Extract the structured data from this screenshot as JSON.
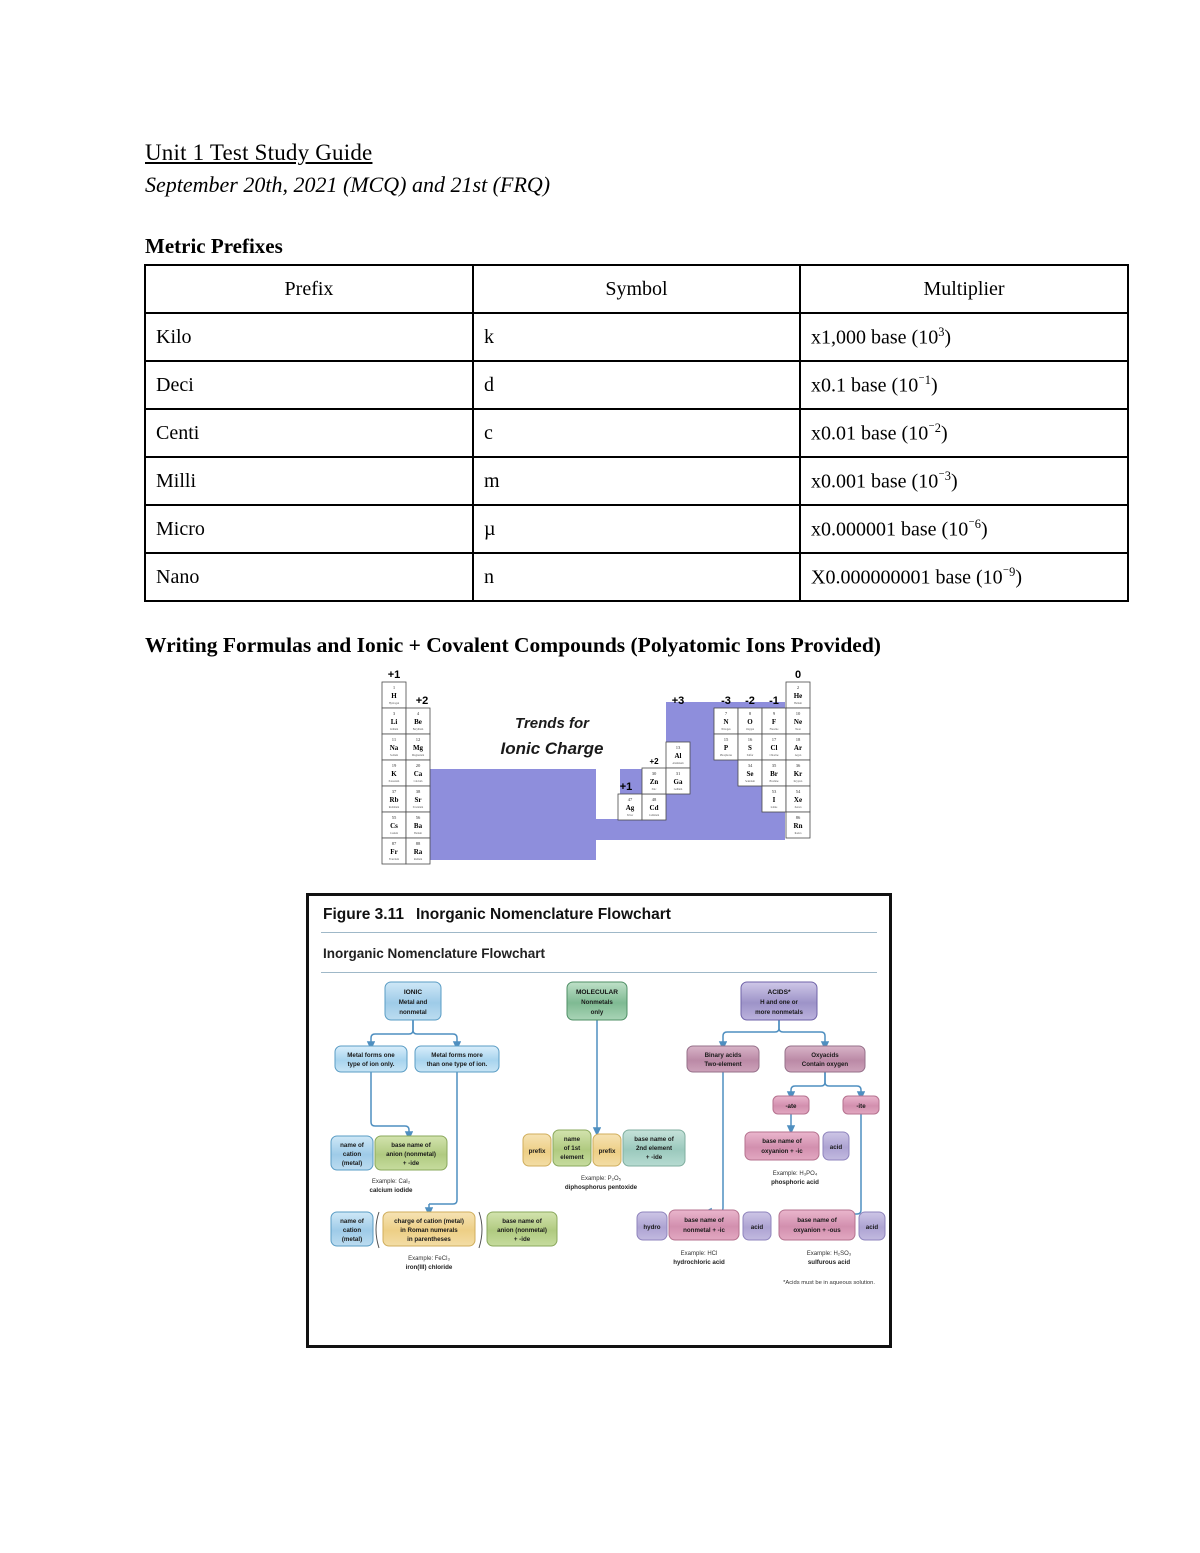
{
  "document": {
    "title": "Unit 1 Test Study Guide",
    "subtitle": "September 20th, 2021 (MCQ) and 21st (FRQ)",
    "metric_heading": "Metric Prefixes",
    "formulas_heading": "Writing Formulas and  Ionic + Covalent Compounds (Polyatomic Ions Provided)"
  },
  "metric_table": {
    "headers": [
      "Prefix",
      "Symbol",
      "Multiplier"
    ],
    "rows": [
      {
        "prefix": "Kilo",
        "symbol": "k",
        "multiplier": "x1,000 base (10",
        "exp": "3",
        "tail": ")"
      },
      {
        "prefix": "Deci",
        "symbol": "d",
        "multiplier": "x0.1 base (10",
        "exp": "⁻1",
        "tail": ")"
      },
      {
        "prefix": "Centi",
        "symbol": "c",
        "multiplier": "x0.01 base (10",
        "exp": "⁻2",
        "tail": ")"
      },
      {
        "prefix": "Milli",
        "symbol": "m",
        "multiplier": "x0.001 base (10",
        "exp": "⁻3",
        "tail": ")"
      },
      {
        "prefix": "Micro",
        "symbol": "µ",
        "multiplier": "x0.000001 base (10",
        "exp": "⁻6",
        "tail": ")"
      },
      {
        "prefix": "Nano",
        "symbol": "n",
        "multiplier": "X0.000000001 base (10",
        "exp": "⁻9",
        "tail": ")"
      }
    ]
  },
  "periodic_trends": {
    "title_line1": "Trends for",
    "title_line2": "Ionic Charge",
    "charge_labels": [
      "+1",
      "+2",
      "+3",
      "-3",
      "-2",
      "-1",
      "0",
      "+2",
      "+1"
    ],
    "highlight_color": "#8e8edc",
    "columns": [
      {
        "charge": "+1",
        "elements": [
          {
            "num": "1",
            "sym": "H",
            "name": "Hydrogen"
          },
          {
            "num": "3",
            "sym": "Li",
            "name": "Lithium"
          },
          {
            "num": "11",
            "sym": "Na",
            "name": "Sodium"
          },
          {
            "num": "19",
            "sym": "K",
            "name": "Potassium"
          },
          {
            "num": "37",
            "sym": "Rb",
            "name": "Rubidium"
          },
          {
            "num": "55",
            "sym": "Cs",
            "name": "Cesium"
          },
          {
            "num": "87",
            "sym": "Fr",
            "name": "Francium"
          }
        ]
      },
      {
        "charge": "+2",
        "elements": [
          {
            "num": "4",
            "sym": "Be",
            "name": "Beryllium"
          },
          {
            "num": "12",
            "sym": "Mg",
            "name": "Magnesium"
          },
          {
            "num": "20",
            "sym": "Ca",
            "name": "Calcium"
          },
          {
            "num": "38",
            "sym": "Sr",
            "name": "Strontium"
          },
          {
            "num": "56",
            "sym": "Ba",
            "name": "Barium"
          },
          {
            "num": "88",
            "sym": "Ra",
            "name": "Radium"
          }
        ]
      },
      {
        "charge": "+3",
        "elements": [
          {
            "num": "13",
            "sym": "Al",
            "name": "Aluminum"
          },
          {
            "num": "31",
            "sym": "Ga",
            "name": "Gallium"
          }
        ]
      },
      {
        "charge": "+2",
        "elements": [
          {
            "num": "30",
            "sym": "Zn",
            "name": "Zinc"
          },
          {
            "num": "48",
            "sym": "Cd",
            "name": "Cadmium"
          }
        ]
      },
      {
        "charge": "+1",
        "elements": [
          {
            "num": "47",
            "sym": "Ag",
            "name": "Silver"
          }
        ]
      },
      {
        "charge": "-3",
        "elements": [
          {
            "num": "7",
            "sym": "N",
            "name": "Nitrogen"
          },
          {
            "num": "15",
            "sym": "P",
            "name": "Phosphorus"
          }
        ]
      },
      {
        "charge": "-2",
        "elements": [
          {
            "num": "8",
            "sym": "O",
            "name": "Oxygen"
          },
          {
            "num": "16",
            "sym": "S",
            "name": "Sulfur"
          },
          {
            "num": "34",
            "sym": "Se",
            "name": "Selenium"
          }
        ]
      },
      {
        "charge": "-1",
        "elements": [
          {
            "num": "9",
            "sym": "F",
            "name": "Fluorine"
          },
          {
            "num": "17",
            "sym": "Cl",
            "name": "Chlorine"
          },
          {
            "num": "35",
            "sym": "Br",
            "name": "Bromine"
          },
          {
            "num": "53",
            "sym": "I",
            "name": "Iodine"
          }
        ]
      },
      {
        "charge": "0",
        "elements": [
          {
            "num": "2",
            "sym": "He",
            "name": "Helium"
          },
          {
            "num": "10",
            "sym": "Ne",
            "name": "Neon"
          },
          {
            "num": "18",
            "sym": "Ar",
            "name": "Argon"
          },
          {
            "num": "36",
            "sym": "Kr",
            "name": "Krypton"
          },
          {
            "num": "54",
            "sym": "Xe",
            "name": "Xenon"
          },
          {
            "num": "86",
            "sym": "Rn",
            "name": "Radon"
          }
        ]
      }
    ]
  },
  "figure": {
    "number": "Figure 3.11",
    "title": "Inorganic Nomenclature Flowchart",
    "subhead": "Inorganic Nomenclature Flowchart",
    "footnote": "*Acids must be in aqueous solution.",
    "nodes": {
      "ionic": "IONIC\nMetal and\nnonmetal",
      "ionic_l1": "IONIC",
      "ionic_l2": "Metal and",
      "ionic_l3": "nonmetal",
      "molecular_l1": "MOLECULAR",
      "molecular_l2": "Nonmetals",
      "molecular_l3": "only",
      "acids_l1": "ACIDS*",
      "acids_l2": "H and one or",
      "acids_l3": "more nonmetals",
      "metal_one_l1": "Metal forms one",
      "metal_one_l2": "type of ion only.",
      "metal_more_l1": "Metal forms more",
      "metal_more_l2": "than one type of ion.",
      "binary_l1": "Binary acids",
      "binary_l2": "Two-element",
      "oxyacids_l1": "Oxyacids",
      "oxyacids_l2": "Contain oxygen",
      "ate": "-ate",
      "ite": "-ite",
      "cation_l1": "name of",
      "cation_l2": "cation",
      "cation_l3": "(metal)",
      "anion_l1": "base name of",
      "anion_l2": "anion (nonmetal)",
      "anion_l3": "+ -ide",
      "prefix": "prefix",
      "first_el_l1": "name",
      "first_el_l2": "of 1st",
      "first_el_l3": "element",
      "second_el_l1": "base name of",
      "second_el_l2": "2nd element",
      "second_el_l3": "+ -ide",
      "oxyanion_ic_l1": "base name of",
      "oxyanion_ic_l2": "oxyanion + -ic",
      "acid": "acid",
      "roman_l1": "charge of cation (metal)",
      "roman_l2": "in Roman numerals",
      "roman_l3": "in parentheses",
      "hydro": "hydro",
      "nonmetal_ic_l1": "base name of",
      "nonmetal_ic_l2": "nonmetal + -ic",
      "oxyanion_ous_l1": "base name of",
      "oxyanion_ous_l2": "oxyanion + -ous"
    },
    "examples": {
      "cai2_l1": "Example: CaI₂",
      "cai2_l2": "calcium iodide",
      "p2o5_l1": "Example: P₂O₅",
      "p2o5_l2": "diphosphorus pentoxide",
      "h3po4_l1": "Example: H₃PO₄",
      "h3po4_l2": "phosphoric acid",
      "fecl3_l1": "Example: FeCl₃",
      "fecl3_l2": "iron(III) chloride",
      "hcl_l1": "Example: HCl",
      "hcl_l2": "hydrochloric acid",
      "h2so3_l1": "Example: H₂SO₃",
      "h2so3_l2": "sulfurous acid"
    },
    "colors": {
      "ionic": "#a8cfe8",
      "molecular": "#8fc4a0",
      "acids": "#a9a0cf",
      "ionic_sub": "#b8dcef",
      "acid_sub": "#c79ab4",
      "cation": "#9ecbe8",
      "anion": "#b8d08a",
      "prefix": "#ecd08a",
      "element2": "#a8cfc2",
      "roman": "#ecd08a",
      "oxyanion": "#d99cb9",
      "acid_box": "#b3aad8",
      "hydro": "#b3aad8",
      "arrow": "#4f8fc0"
    }
  }
}
